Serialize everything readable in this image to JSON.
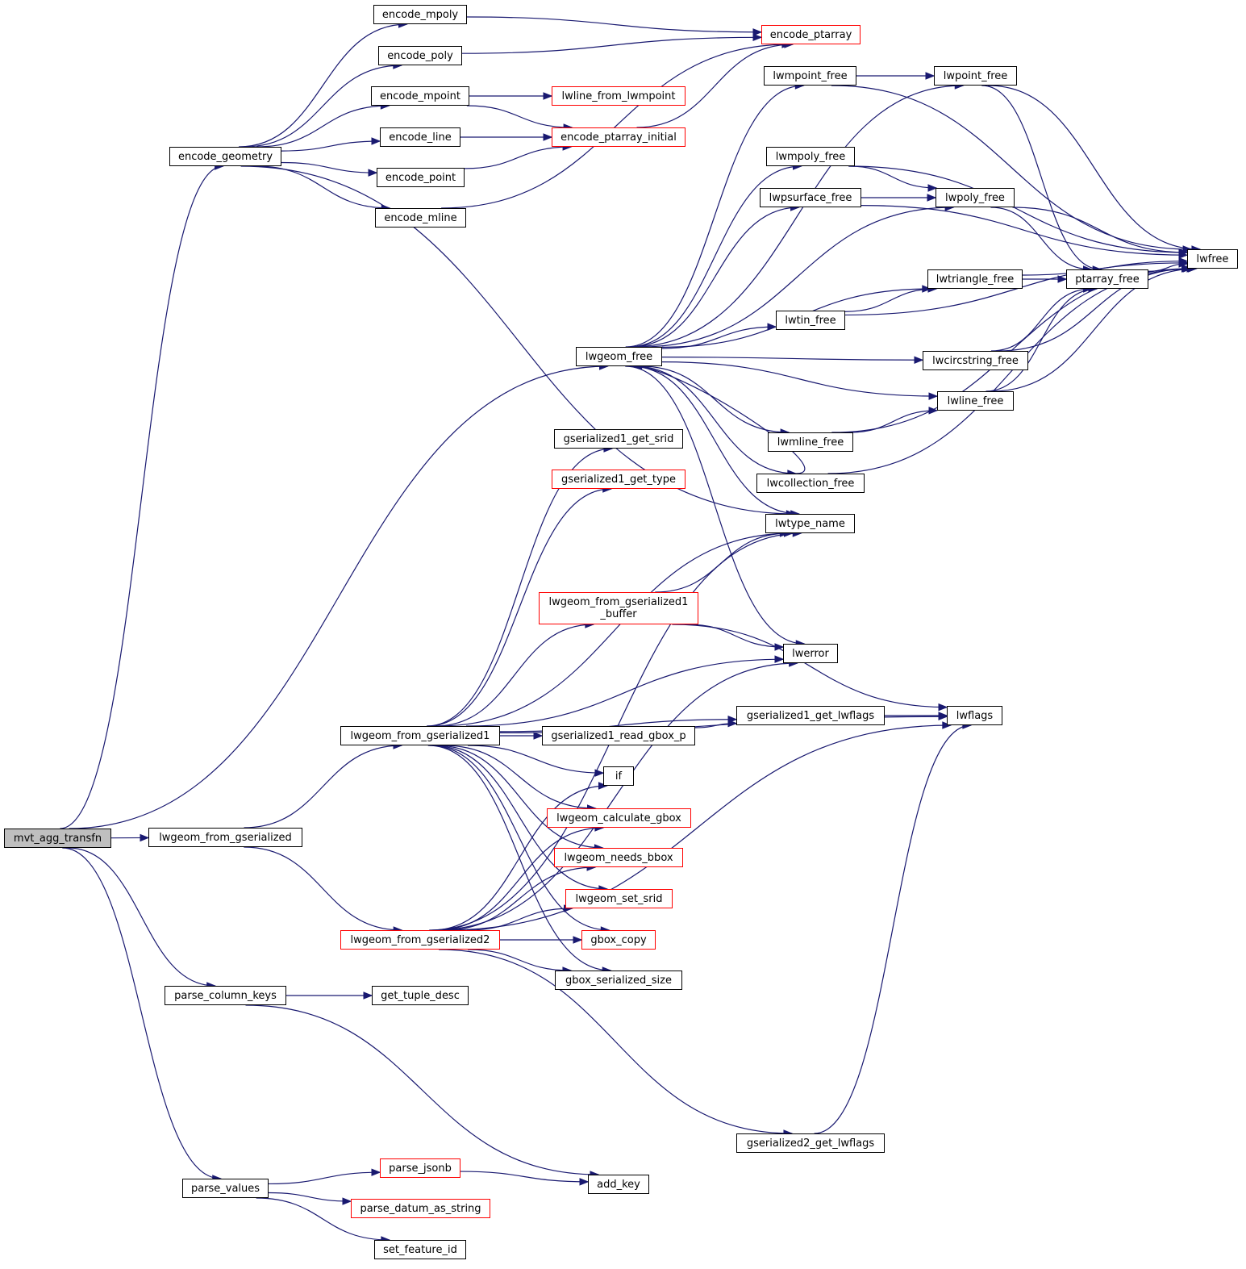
{
  "colors": {
    "edge": "#191970",
    "incomplete_border": "#ff0000",
    "root_fill": "#bfbfbf"
  },
  "nodes": {
    "mvt_agg_transfn": {
      "label": "mvt_agg_transfn",
      "root": true
    },
    "encode_geometry": {
      "label": "encode_geometry"
    },
    "lwgeom_free": {
      "label": "lwgeom_free"
    },
    "lwgeom_from_gserialized": {
      "label": "lwgeom_from_gserialized"
    },
    "parse_column_keys": {
      "label": "parse_column_keys"
    },
    "parse_values": {
      "label": "parse_values"
    },
    "encode_mpoly": {
      "label": "encode_mpoly"
    },
    "encode_poly": {
      "label": "encode_poly"
    },
    "encode_mpoint": {
      "label": "encode_mpoint"
    },
    "encode_line": {
      "label": "encode_line"
    },
    "encode_point": {
      "label": "encode_point"
    },
    "encode_mline": {
      "label": "encode_mline"
    },
    "encode_ptarray": {
      "label": "encode_ptarray",
      "red": true
    },
    "lwline_from_lwmpoint": {
      "label": "lwline_from_lwmpoint",
      "red": true
    },
    "encode_ptarray_initial": {
      "label": "encode_ptarray_initial",
      "red": true
    },
    "lwtype_name": {
      "label": "lwtype_name"
    },
    "lwmpoint_free": {
      "label": "lwmpoint_free"
    },
    "lwpoint_free": {
      "label": "lwpoint_free"
    },
    "lwfree": {
      "label": "lwfree"
    },
    "lwmpoly_free": {
      "label": "lwmpoly_free"
    },
    "lwpsurface_free": {
      "label": "lwpsurface_free"
    },
    "lwpoly_free": {
      "label": "lwpoly_free"
    },
    "lwtriangle_free": {
      "label": "lwtriangle_free"
    },
    "ptarray_free": {
      "label": "ptarray_free"
    },
    "lwtin_free": {
      "label": "lwtin_free"
    },
    "lwcircstring_free": {
      "label": "lwcircstring_free"
    },
    "lwline_free": {
      "label": "lwline_free"
    },
    "lwmline_free": {
      "label": "lwmline_free"
    },
    "lwcollection_free": {
      "label": "lwcollection_free"
    },
    "lwerror": {
      "label": "lwerror"
    },
    "lwgeom_from_gserialized1": {
      "label": "lwgeom_from_gserialized1"
    },
    "lwgeom_from_gserialized2": {
      "label": "lwgeom_from_gserialized2",
      "red": true
    },
    "gserialized1_get_srid": {
      "label": "gserialized1_get_srid"
    },
    "gserialized1_get_type": {
      "label": "gserialized1_get_type",
      "red": true
    },
    "lwgeom_from_gserialized1_buffer": {
      "label": "lwgeom_from_gserialized1\n_buffer",
      "red": true
    },
    "gserialized1_read_gbox_p": {
      "label": "gserialized1_read_gbox_p"
    },
    "gserialized1_get_lwflags": {
      "label": "gserialized1_get_lwflags"
    },
    "lwflags": {
      "label": "lwflags"
    },
    "if": {
      "label": "if"
    },
    "lwgeom_calculate_gbox": {
      "label": "lwgeom_calculate_gbox",
      "red": true
    },
    "lwgeom_needs_bbox": {
      "label": "lwgeom_needs_bbox",
      "red": true
    },
    "lwgeom_set_srid": {
      "label": "lwgeom_set_srid",
      "red": true
    },
    "gbox_copy": {
      "label": "gbox_copy",
      "red": true
    },
    "gbox_serialized_size": {
      "label": "gbox_serialized_size"
    },
    "gserialized2_get_lwflags": {
      "label": "gserialized2_get_lwflags"
    },
    "get_tuple_desc": {
      "label": "get_tuple_desc"
    },
    "add_key": {
      "label": "add_key"
    },
    "parse_jsonb": {
      "label": "parse_jsonb",
      "red": true
    },
    "parse_datum_as_string": {
      "label": "parse_datum_as_string",
      "red": true
    },
    "set_feature_id": {
      "label": "set_feature_id"
    }
  },
  "edges": [
    [
      "mvt_agg_transfn",
      "encode_geometry"
    ],
    [
      "mvt_agg_transfn",
      "lwgeom_free"
    ],
    [
      "mvt_agg_transfn",
      "lwgeom_from_gserialized"
    ],
    [
      "mvt_agg_transfn",
      "parse_column_keys"
    ],
    [
      "mvt_agg_transfn",
      "parse_values"
    ],
    [
      "encode_geometry",
      "encode_mpoly"
    ],
    [
      "encode_geometry",
      "encode_poly"
    ],
    [
      "encode_geometry",
      "encode_mpoint"
    ],
    [
      "encode_geometry",
      "encode_line"
    ],
    [
      "encode_geometry",
      "encode_point"
    ],
    [
      "encode_geometry",
      "encode_mline"
    ],
    [
      "encode_geometry",
      "lwtype_name"
    ],
    [
      "encode_mpoly",
      "encode_ptarray"
    ],
    [
      "encode_poly",
      "encode_ptarray"
    ],
    [
      "encode_mpoint",
      "lwline_from_lwmpoint"
    ],
    [
      "encode_mpoint",
      "encode_ptarray_initial"
    ],
    [
      "encode_line",
      "encode_ptarray_initial"
    ],
    [
      "encode_point",
      "encode_ptarray_initial"
    ],
    [
      "encode_mline",
      "encode_ptarray"
    ],
    [
      "encode_ptarray_initial",
      "encode_ptarray"
    ],
    [
      "lwgeom_free",
      "lwmpoint_free"
    ],
    [
      "lwgeom_free",
      "lwpoint_free"
    ],
    [
      "lwgeom_free",
      "lwmpoly_free"
    ],
    [
      "lwgeom_free",
      "lwpsurface_free"
    ],
    [
      "lwgeom_free",
      "lwpoly_free"
    ],
    [
      "lwgeom_free",
      "lwtriangle_free"
    ],
    [
      "lwgeom_free",
      "lwtin_free"
    ],
    [
      "lwgeom_free",
      "lwcircstring_free"
    ],
    [
      "lwgeom_free",
      "lwline_free"
    ],
    [
      "lwgeom_free",
      "lwmline_free"
    ],
    [
      "lwgeom_free",
      "lwcollection_free"
    ],
    [
      "lwgeom_free",
      "lwtype_name"
    ],
    [
      "lwgeom_free",
      "lwerror"
    ],
    [
      "lwmpoint_free",
      "lwpoint_free"
    ],
    [
      "lwmpoint_free",
      "lwfree"
    ],
    [
      "lwpoint_free",
      "lwfree"
    ],
    [
      "lwpoint_free",
      "ptarray_free"
    ],
    [
      "lwmpoly_free",
      "lwpoly_free"
    ],
    [
      "lwmpoly_free",
      "lwfree"
    ],
    [
      "lwpsurface_free",
      "lwpoly_free"
    ],
    [
      "lwpsurface_free",
      "lwfree"
    ],
    [
      "lwpoly_free",
      "ptarray_free"
    ],
    [
      "lwpoly_free",
      "lwfree"
    ],
    [
      "lwtriangle_free",
      "ptarray_free"
    ],
    [
      "lwtriangle_free",
      "lwfree"
    ],
    [
      "lwtin_free",
      "lwtriangle_free"
    ],
    [
      "lwtin_free",
      "lwfree"
    ],
    [
      "lwcircstring_free",
      "ptarray_free"
    ],
    [
      "lwcircstring_free",
      "lwfree"
    ],
    [
      "lwline_free",
      "ptarray_free"
    ],
    [
      "lwline_free",
      "lwfree"
    ],
    [
      "lwmline_free",
      "lwline_free"
    ],
    [
      "lwmline_free",
      "lwfree"
    ],
    [
      "lwcollection_free",
      "lwgeom_free"
    ],
    [
      "lwcollection_free",
      "lwfree"
    ],
    [
      "ptarray_free",
      "lwfree"
    ],
    [
      "lwgeom_from_gserialized",
      "lwgeom_from_gserialized1"
    ],
    [
      "lwgeom_from_gserialized",
      "lwgeom_from_gserialized2"
    ],
    [
      "lwgeom_from_gserialized1",
      "gserialized1_get_srid"
    ],
    [
      "lwgeom_from_gserialized1",
      "gserialized1_get_type"
    ],
    [
      "lwgeom_from_gserialized1",
      "lwtype_name"
    ],
    [
      "lwgeom_from_gserialized1",
      "lwflags"
    ],
    [
      "lwgeom_from_gserialized1",
      "lwgeom_from_gserialized1_buffer"
    ],
    [
      "lwgeom_from_gserialized1",
      "lwerror"
    ],
    [
      "lwgeom_from_gserialized1",
      "gserialized1_get_lwflags"
    ],
    [
      "lwgeom_from_gserialized1",
      "gserialized1_read_gbox_p"
    ],
    [
      "lwgeom_from_gserialized1",
      "if"
    ],
    [
      "lwgeom_from_gserialized1",
      "lwgeom_calculate_gbox"
    ],
    [
      "lwgeom_from_gserialized1",
      "lwgeom_needs_bbox"
    ],
    [
      "lwgeom_from_gserialized1",
      "lwgeom_set_srid"
    ],
    [
      "lwgeom_from_gserialized1",
      "gbox_copy"
    ],
    [
      "lwgeom_from_gserialized1",
      "gbox_serialized_size"
    ],
    [
      "lwgeom_from_gserialized1_buffer",
      "lwtype_name"
    ],
    [
      "lwgeom_from_gserialized1_buffer",
      "lwerror"
    ],
    [
      "lwgeom_from_gserialized1_buffer",
      "lwflags"
    ],
    [
      "gserialized1_read_gbox_p",
      "gserialized1_get_lwflags"
    ],
    [
      "gserialized1_get_lwflags",
      "lwflags"
    ],
    [
      "lwgeom_from_gserialized2",
      "if"
    ],
    [
      "lwgeom_from_gserialized2",
      "lwgeom_calculate_gbox"
    ],
    [
      "lwgeom_from_gserialized2",
      "lwgeom_needs_bbox"
    ],
    [
      "lwgeom_from_gserialized2",
      "lwgeom_set_srid"
    ],
    [
      "lwgeom_from_gserialized2",
      "gbox_copy"
    ],
    [
      "lwgeom_from_gserialized2",
      "gbox_serialized_size"
    ],
    [
      "lwgeom_from_gserialized2",
      "lwtype_name"
    ],
    [
      "lwgeom_from_gserialized2",
      "lwerror"
    ],
    [
      "lwgeom_from_gserialized2",
      "lwflags"
    ],
    [
      "lwgeom_from_gserialized2",
      "gserialized2_get_lwflags"
    ],
    [
      "gserialized2_get_lwflags",
      "lwflags"
    ],
    [
      "parse_column_keys",
      "get_tuple_desc"
    ],
    [
      "parse_column_keys",
      "add_key"
    ],
    [
      "parse_values",
      "parse_jsonb"
    ],
    [
      "parse_values",
      "parse_datum_as_string"
    ],
    [
      "parse_values",
      "set_feature_id"
    ],
    [
      "parse_jsonb",
      "add_key"
    ]
  ]
}
